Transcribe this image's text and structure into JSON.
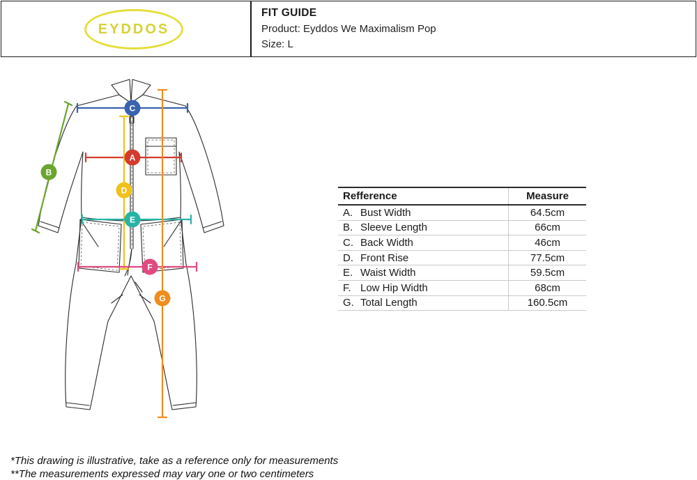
{
  "header": {
    "logo_text": "EYDDOS",
    "title": "FIT GUIDE",
    "product_line": "Product: Eyddos We Maximalism Pop",
    "size_line": "Size: L"
  },
  "diagram": {
    "markers": {
      "a": "A",
      "b": "B",
      "c": "C",
      "d": "D",
      "e": "E",
      "f": "F",
      "g": "G"
    }
  },
  "table": {
    "headers": {
      "reference": "Refference",
      "measure": "Measure"
    },
    "rows": [
      {
        "letter": "A.",
        "name": "Bust Width",
        "value": "64.5cm"
      },
      {
        "letter": "B.",
        "name": "Sleeve Length",
        "value": "66cm"
      },
      {
        "letter": "C.",
        "name": "Back Width",
        "value": "46cm"
      },
      {
        "letter": "D.",
        "name": "Front Rise",
        "value": "77.5cm"
      },
      {
        "letter": "E.",
        "name": "Waist Width",
        "value": "59.5cm"
      },
      {
        "letter": "F.",
        "name": "Low Hip Width",
        "value": "68cm"
      },
      {
        "letter": "G.",
        "name": "Total Length",
        "value": "160.5cm"
      }
    ]
  },
  "footnotes": [
    "*This drawing is illustrative, take as a reference only for measurements",
    "**The measurements expressed may vary one or two centimeters"
  ],
  "colors": {
    "marker_a": "#d23b2e",
    "marker_b": "#6aa52f",
    "marker_c": "#3a62ae",
    "marker_d": "#efc21b",
    "marker_e": "#29b3a7",
    "marker_f": "#e04a7e",
    "marker_g": "#ef8d1d",
    "logo": "#e3df3b"
  }
}
